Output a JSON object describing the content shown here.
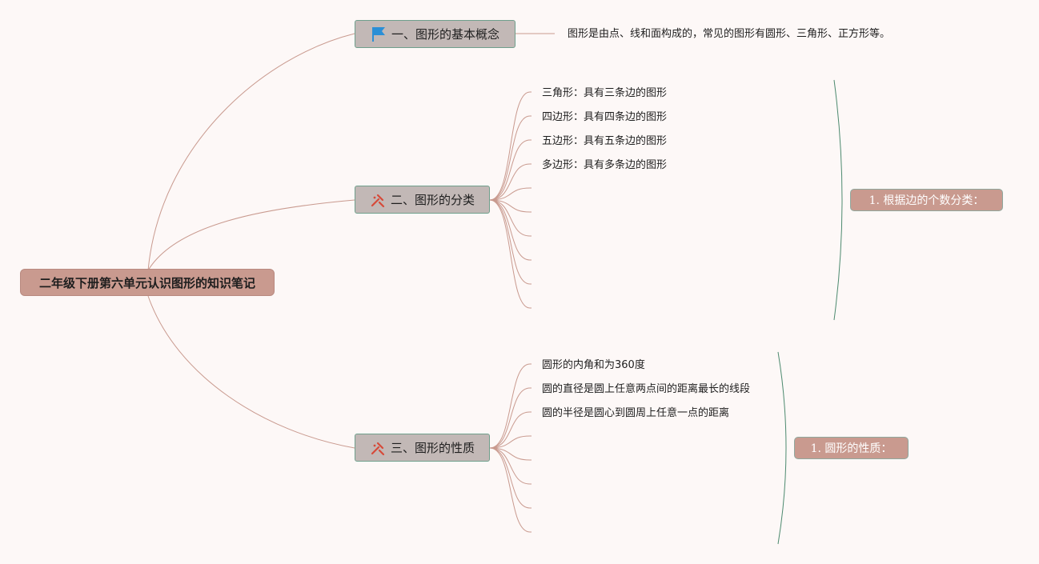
{
  "root": {
    "label": "二年级下册第六单元认识图形的知识笔记"
  },
  "topics": [
    {
      "label": "一、图形的基本概念",
      "icon": "flag-icon",
      "detail": "图形是由点、线和面构成的，常见的图形有圆形、三角形、正方形等。"
    },
    {
      "label": "二、图形的分类",
      "icon": "tools-icon",
      "items": [
        "三角形：具有三条边的图形",
        "四边形：具有四条边的图形",
        "五边形：具有五条边的图形",
        "多边形：具有多条边的图形",
        "",
        "",
        "",
        "",
        "",
        ""
      ],
      "summary": "1. 根据边的个数分类："
    },
    {
      "label": "三、图形的性质",
      "icon": "tools-icon",
      "items": [
        "圆形的内角和为360度",
        "圆的直径是圆上任意两点间的距离最长的线段",
        "圆的半径是圆心到圆周上任意一点的距离",
        "",
        "",
        "",
        "",
        ""
      ],
      "summary": "1. 圆形的性质："
    }
  ],
  "colors": {
    "background": "#fdf8f7",
    "root_fill": "#c99a8f",
    "topic_fill": "#c2b8b6",
    "topic_border": "#6f9f8c",
    "connector": "#c99a8f",
    "summary_bracket": "#4d8a6f",
    "flag_icon": "#2b8fd6",
    "tools_icon": "#d64a3a"
  }
}
